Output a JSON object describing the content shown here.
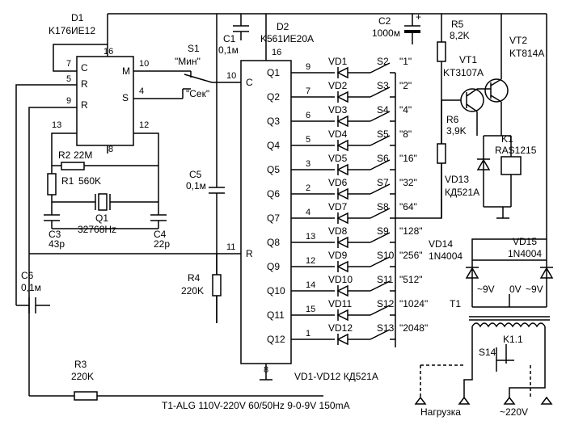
{
  "title": "T1-ALG 110V-220V 60/50Hz 9-0-9V 150mA",
  "d1": {
    "ref": "D1",
    "part": "K176ИЕ12",
    "pin_c_label": "C",
    "pin_r1_label": "R",
    "pin_r2_label": "R",
    "pin_m_label": "M",
    "pin_s_label": "S",
    "pins": {
      "p7": "7",
      "p5": "5",
      "p9": "9",
      "p16": "16",
      "p10": "10",
      "p4": "4",
      "p13": "13",
      "p8": "8",
      "p12": "12"
    }
  },
  "d2": {
    "ref": "D2",
    "part": "K561ИЕ20А",
    "pin16": "16",
    "pin10": "10",
    "pin11": "11",
    "pin8": "8",
    "pin_c_label": "C",
    "pin_r_label": "R"
  },
  "s1": {
    "ref": "S1",
    "min": "\"Мин\"",
    "sek": "\"Сек\""
  },
  "c1": {
    "ref": "C1",
    "value": "0,1м"
  },
  "c2": {
    "ref": "C2",
    "value": "1000м",
    "plus": "+"
  },
  "c3": {
    "ref": "C3",
    "value": "43р"
  },
  "c4": {
    "ref": "C4",
    "value": "22р"
  },
  "c5": {
    "ref": "C5",
    "value": "0,1м"
  },
  "c6": {
    "ref": "C6",
    "value": "0,1м"
  },
  "r1": {
    "ref": "R1",
    "value": "560K"
  },
  "r2": {
    "ref": "R2",
    "value": "22M"
  },
  "r3": {
    "ref": "R3",
    "value": "220K"
  },
  "r4": {
    "ref": "R4",
    "value": "220K"
  },
  "r5": {
    "ref": "R5",
    "value": "8,2K"
  },
  "r6": {
    "ref": "R6",
    "value": "3,9K"
  },
  "q1": {
    "ref": "Q1",
    "value": "32768Hz"
  },
  "vt1": {
    "ref": "VT1",
    "part": "KT3107A"
  },
  "vt2": {
    "ref": "VT2",
    "part": "KT814A"
  },
  "k1": {
    "ref": "K1",
    "part": "RAS1215",
    "contact": "K1.1"
  },
  "vd13": {
    "ref": "VD13",
    "part": "КД521А"
  },
  "vd14": {
    "ref": "VD14",
    "part": "1N4004"
  },
  "vd15": {
    "ref": "VD15",
    "part": "1N4004"
  },
  "diodes_note": "VD1-VD12 КД521А",
  "t1": {
    "ref": "T1",
    "left": "~9V",
    "mid": "0V",
    "right": "~9V"
  },
  "s14": {
    "ref": "S14"
  },
  "load_label": "Нагрузка",
  "mains_label": "~220V",
  "outputs": [
    {
      "q": "Q1",
      "pin": "9",
      "vd": "VD1",
      "sw": "S2",
      "w": "\"1\""
    },
    {
      "q": "Q2",
      "pin": "7",
      "vd": "VD2",
      "sw": "S3",
      "w": "\"2\""
    },
    {
      "q": "Q3",
      "pin": "6",
      "vd": "VD3",
      "sw": "S4",
      "w": "\"4\""
    },
    {
      "q": "Q4",
      "pin": "5",
      "vd": "VD4",
      "sw": "S5",
      "w": "\"8\""
    },
    {
      "q": "Q5",
      "pin": "3",
      "vd": "VD5",
      "sw": "S6",
      "w": "\"16\""
    },
    {
      "q": "Q6",
      "pin": "2",
      "vd": "VD6",
      "sw": "S7",
      "w": "\"32\""
    },
    {
      "q": "Q7",
      "pin": "4",
      "vd": "VD7",
      "sw": "S8",
      "w": "\"64\""
    },
    {
      "q": "Q8",
      "pin": "13",
      "vd": "VD8",
      "sw": "S9",
      "w": "\"128\""
    },
    {
      "q": "Q9",
      "pin": "12",
      "vd": "VD9",
      "sw": "S10",
      "w": "\"256\""
    },
    {
      "q": "Q10",
      "pin": "14",
      "vd": "VD10",
      "sw": "S11",
      "w": "\"512\""
    },
    {
      "q": "Q11",
      "pin": "15",
      "vd": "VD11",
      "sw": "S12",
      "w": "\"1024\""
    },
    {
      "q": "Q12",
      "pin": "1",
      "vd": "VD12",
      "sw": "S13",
      "w": "\"2048\""
    }
  ]
}
